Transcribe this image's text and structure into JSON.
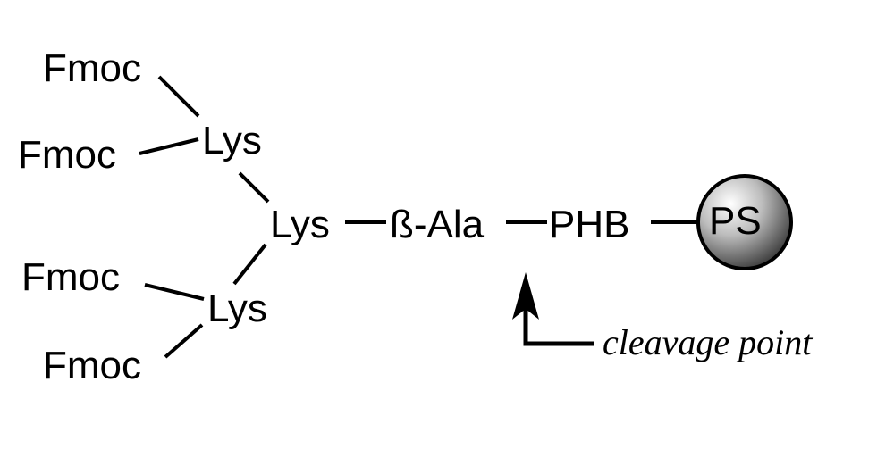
{
  "labels": {
    "fmoc_1": "Fmoc",
    "fmoc_2": "Fmoc",
    "fmoc_3": "Fmoc",
    "fmoc_4": "Fmoc",
    "lys_top": "Lys",
    "lys_center": "Lys",
    "lys_bottom": "Lys",
    "beta_ala": "ß-Ala",
    "phb": "PHB",
    "ps": "PS"
  },
  "annotation": {
    "text": "cleavage point"
  },
  "colors": {
    "ink": "#000000",
    "bead_highlight": "#ffffff",
    "bead_mid": "#bdbdbd",
    "bead_shadow": "#3a3a3a"
  }
}
